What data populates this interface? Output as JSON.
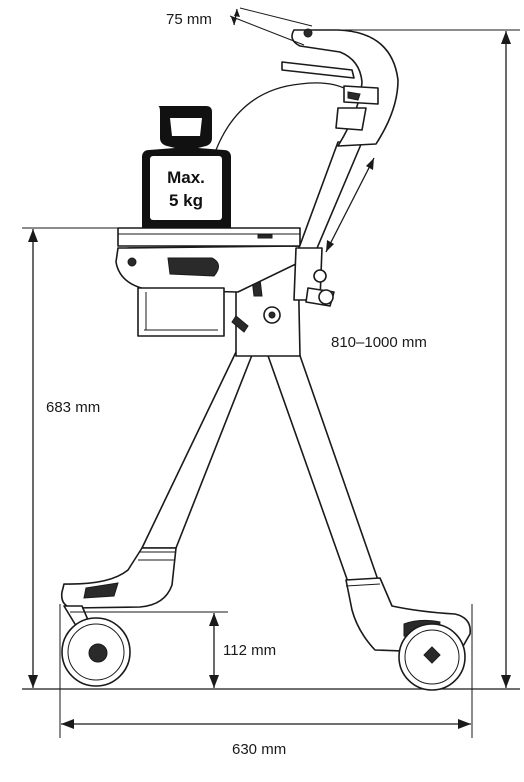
{
  "dimensions": {
    "handle_grip": "75 mm",
    "handle_height_range": "810–1000 mm",
    "seat_height": "683 mm",
    "ground_clearance": "112 mm",
    "overall_length": "630 mm"
  },
  "weight_limit": {
    "line1": "Max.",
    "line2": "5 kg"
  },
  "colors": {
    "line": "#1a1a1a",
    "weight_fill": "#111111"
  }
}
